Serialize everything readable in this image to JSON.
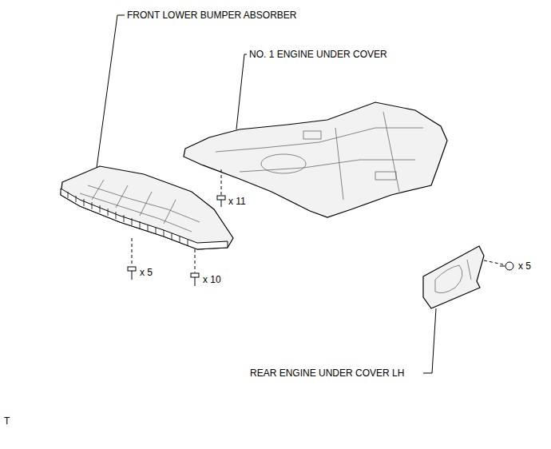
{
  "diagram": {
    "labels": [
      "FRONT LOWER BUMPER ABSORBER",
      "NO. 1 ENGINE UNDER COVER",
      "x 11",
      "x 5",
      "x 10",
      "x 5",
      "REAR ENGINE UNDER COVER LH",
      "T"
    ]
  }
}
